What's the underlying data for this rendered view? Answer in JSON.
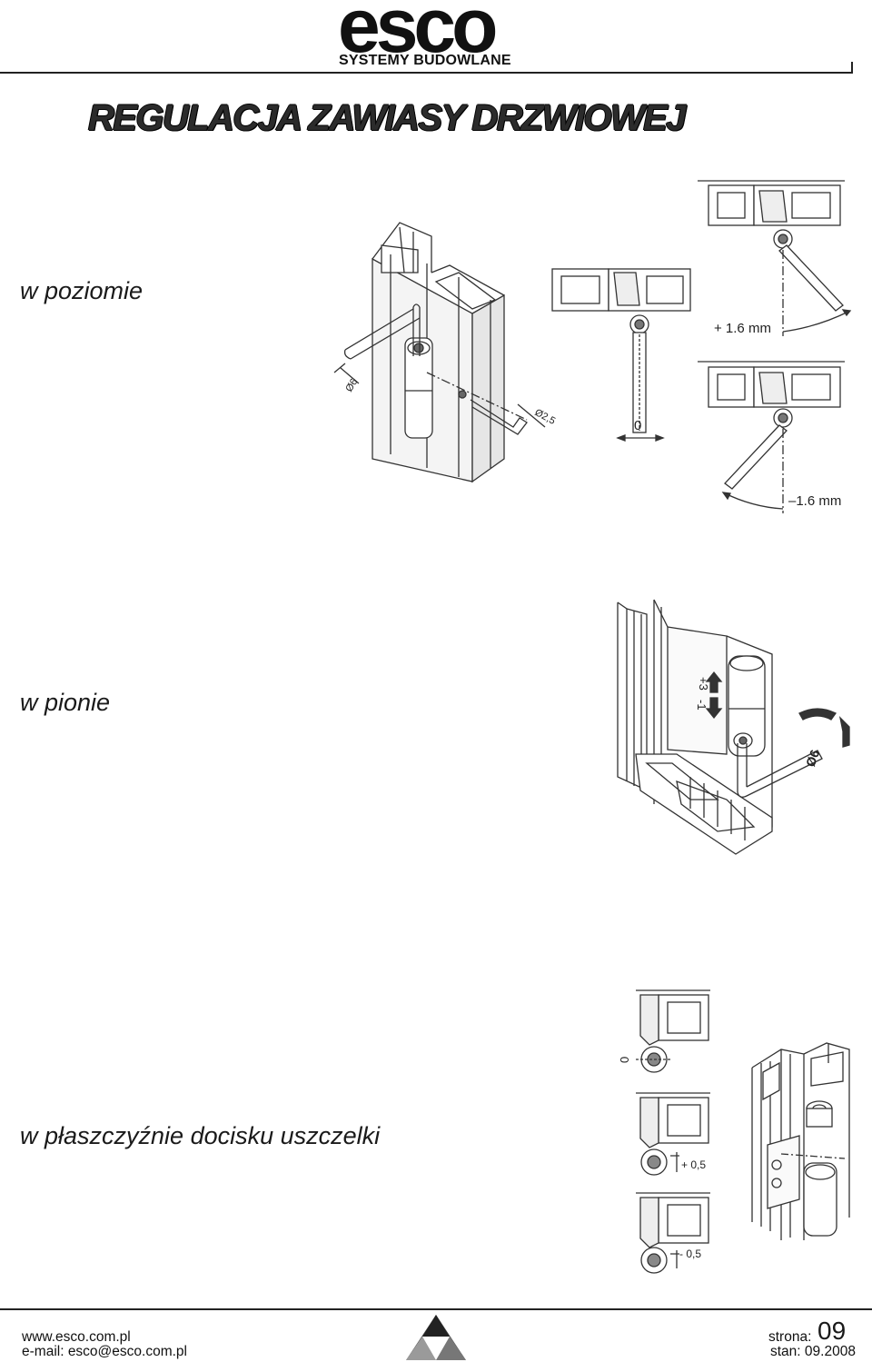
{
  "header": {
    "logo_word": "esco",
    "logo_tagline": "SYSTEMY BUDOWLANE"
  },
  "title": "REGULACJA ZAWIASY DRZWIOWEJ",
  "sections": [
    {
      "label": "w poziomie",
      "dims": {
        "key_large": "Ø6",
        "key_small": "Ø2,5",
        "plus": "+ 1.6 mm",
        "zero": "0",
        "minus": "–1.6 mm"
      }
    },
    {
      "label": "w pionie",
      "dims": {
        "plus": "+3",
        "minus": "-1",
        "key": "Ø6"
      }
    },
    {
      "label": "w płaszczyźnie docisku uszczelki",
      "dims": {
        "zero": "0",
        "plus": "+ 0,5",
        "minus": "- 0,5"
      }
    }
  ],
  "footer": {
    "website": "www.esco.com.pl",
    "email": "e-mail: esco@esco.com.pl",
    "page_label": "strona:",
    "page_number": "09",
    "status": "stan: 09.2008"
  }
}
